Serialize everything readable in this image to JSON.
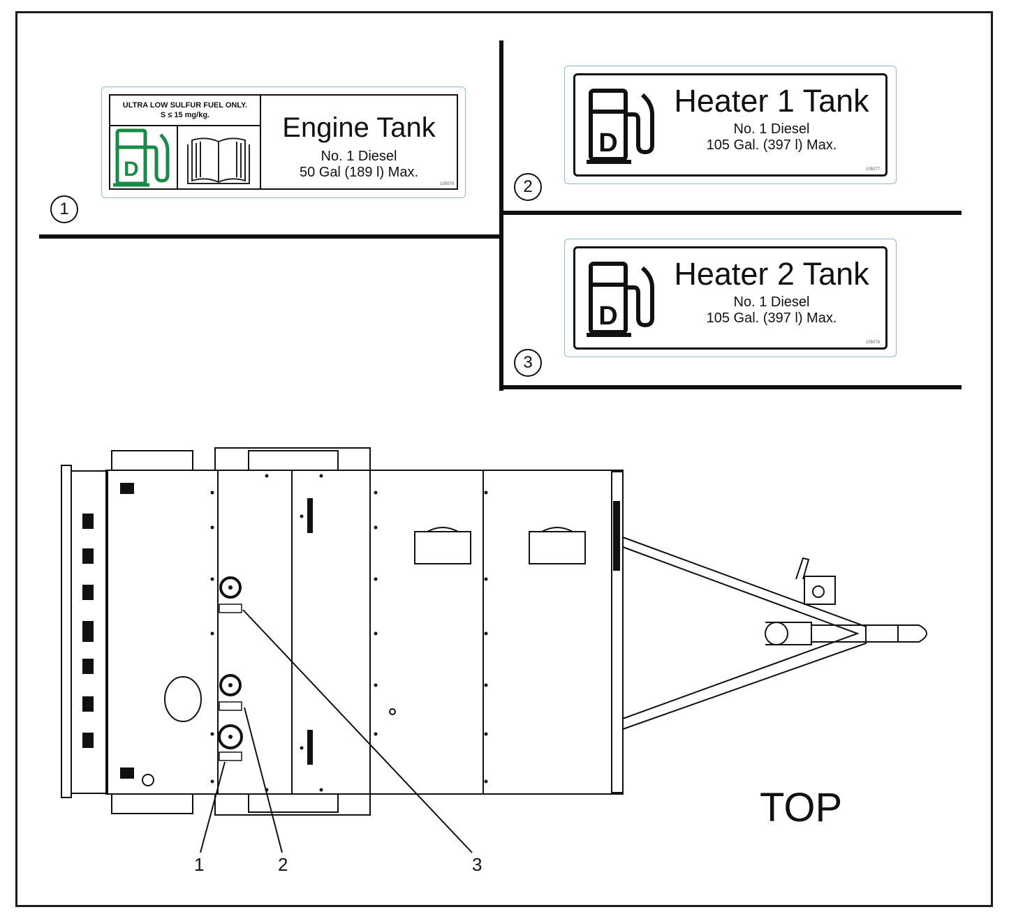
{
  "decal_1": {
    "callout": "1",
    "warning_line1": "ULTRA LOW SULFUR FUEL ONLY.",
    "warning_line2": "S ≤ 15 mg/kg.",
    "pump_letter": "D",
    "title": "Engine Tank",
    "fuel": "No. 1 Diesel",
    "capacity": "50 Gal (189 l) Max.",
    "part_number": "105079",
    "pump_color": "#1a8a4a",
    "icons": [
      "fuel-pump-icon",
      "manual-book-icon"
    ]
  },
  "decal_2": {
    "callout": "2",
    "pump_letter": "D",
    "title": "Heater 1 Tank",
    "fuel": "No. 1 Diesel",
    "capacity": "105 Gal. (397 l) Max.",
    "part_number": "105077"
  },
  "decal_3": {
    "callout": "3",
    "pump_letter": "D",
    "title": "Heater 2 Tank",
    "fuel": "No. 1 Diesel",
    "capacity": "105 Gal. (397 l) Max.",
    "part_number": "105078"
  },
  "trailer_diagram": {
    "view_label": "TOP",
    "leader_labels": [
      "1",
      "2",
      "3"
    ]
  }
}
